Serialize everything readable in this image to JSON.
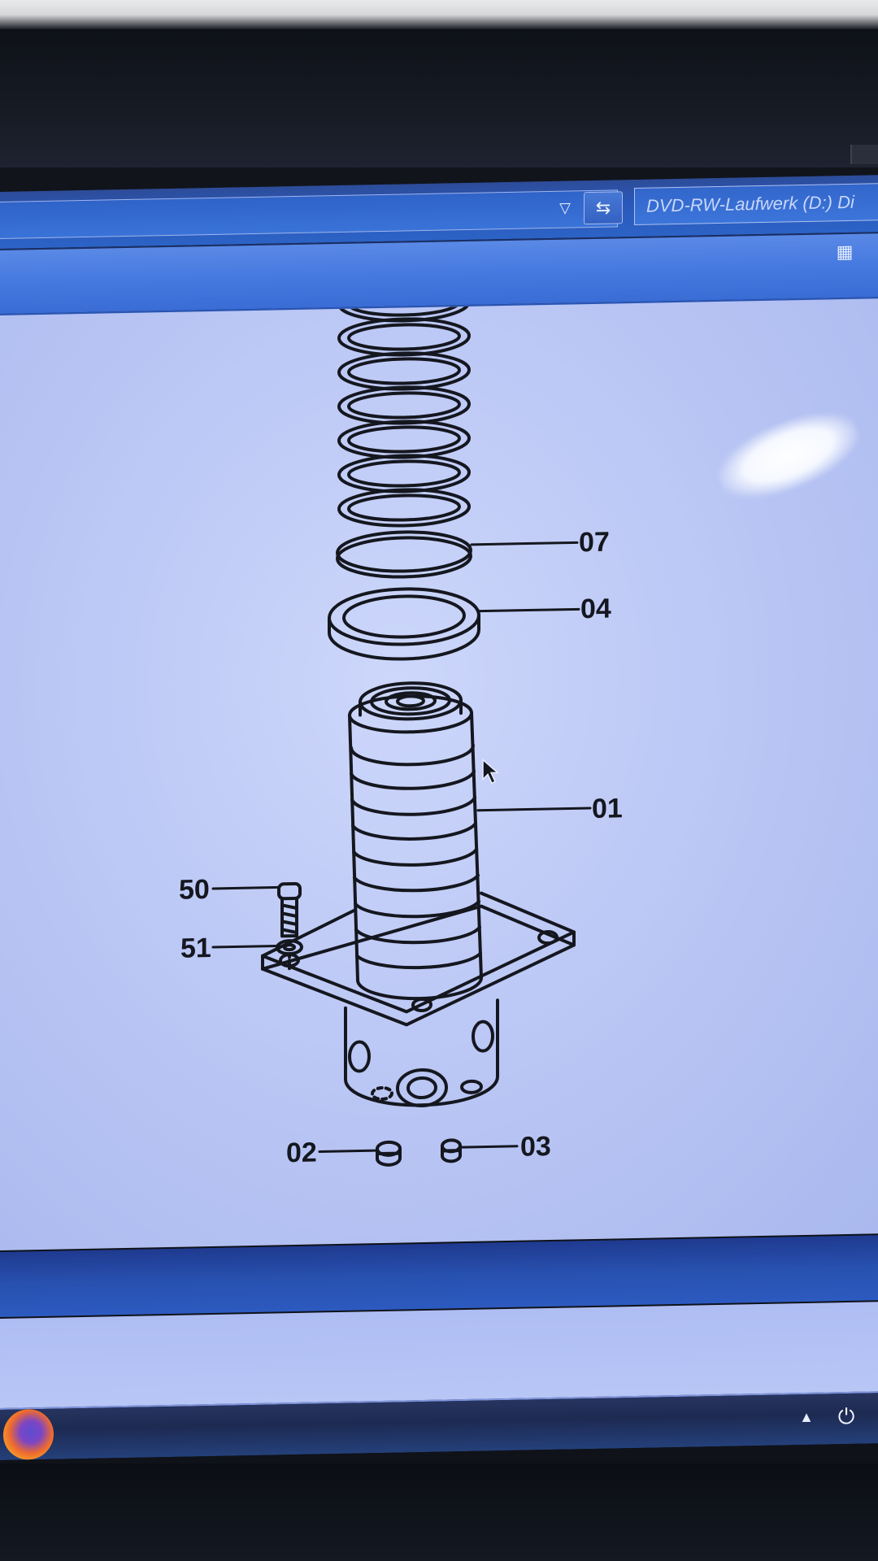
{
  "explorer": {
    "address_dropdown_icon": "chevron-down-icon",
    "refresh_icon": "refresh-icon",
    "refresh_glyph": "⇆",
    "search_placeholder": "DVD-RW-Laufwerk (D:) Di",
    "view_options_icon": "view-options-icon",
    "view_glyph": "▦"
  },
  "drawing": {
    "callouts": [
      {
        "id": "07",
        "label": "07"
      },
      {
        "id": "04",
        "label": "04"
      },
      {
        "id": "01",
        "label": "01"
      },
      {
        "id": "50",
        "label": "50"
      },
      {
        "id": "51",
        "label": "51"
      },
      {
        "id": "02",
        "label": "02"
      },
      {
        "id": "03",
        "label": "03"
      }
    ]
  },
  "taskbar": {
    "firefox_icon": "firefox-icon",
    "tray_arrow_glyph": "▲",
    "tray_power_glyph": "⏻"
  },
  "colors": {
    "window_accent": "#2c63c6",
    "content_background": "#bcc8f5",
    "line_art": "#15171f",
    "taskbar": "#1d2a52"
  }
}
